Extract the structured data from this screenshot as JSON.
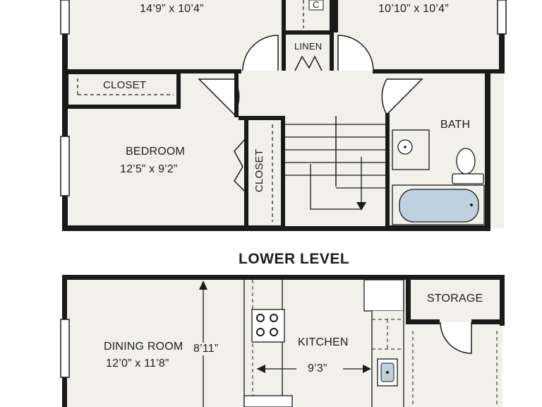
{
  "level_title": "LOWER LEVEL",
  "rooms": {
    "bedroom_left_top": {
      "dims": "14’9” x 10’4”"
    },
    "bedroom_right_top": {
      "dims": "10’10” x 10’4”"
    },
    "closet_top_letter": "C",
    "linen": "LINEN",
    "closet_left": "CLOSET",
    "bedroom": {
      "name": "BEDROOM",
      "dims": "12’5” x 9’2”"
    },
    "closet_vertical": "CLOSET",
    "bath": "BATH",
    "dining_room": {
      "name": "DINING ROOM",
      "dims": "12’0” x 11’8”"
    },
    "dining_height": "8’11”",
    "kitchen": "KITCHEN",
    "kitchen_width": "9’3”",
    "storage": "STORAGE"
  },
  "colors": {
    "wall": "#1a1a1a",
    "floor": "#f1f0ea",
    "fixture": "#bfd0de"
  }
}
